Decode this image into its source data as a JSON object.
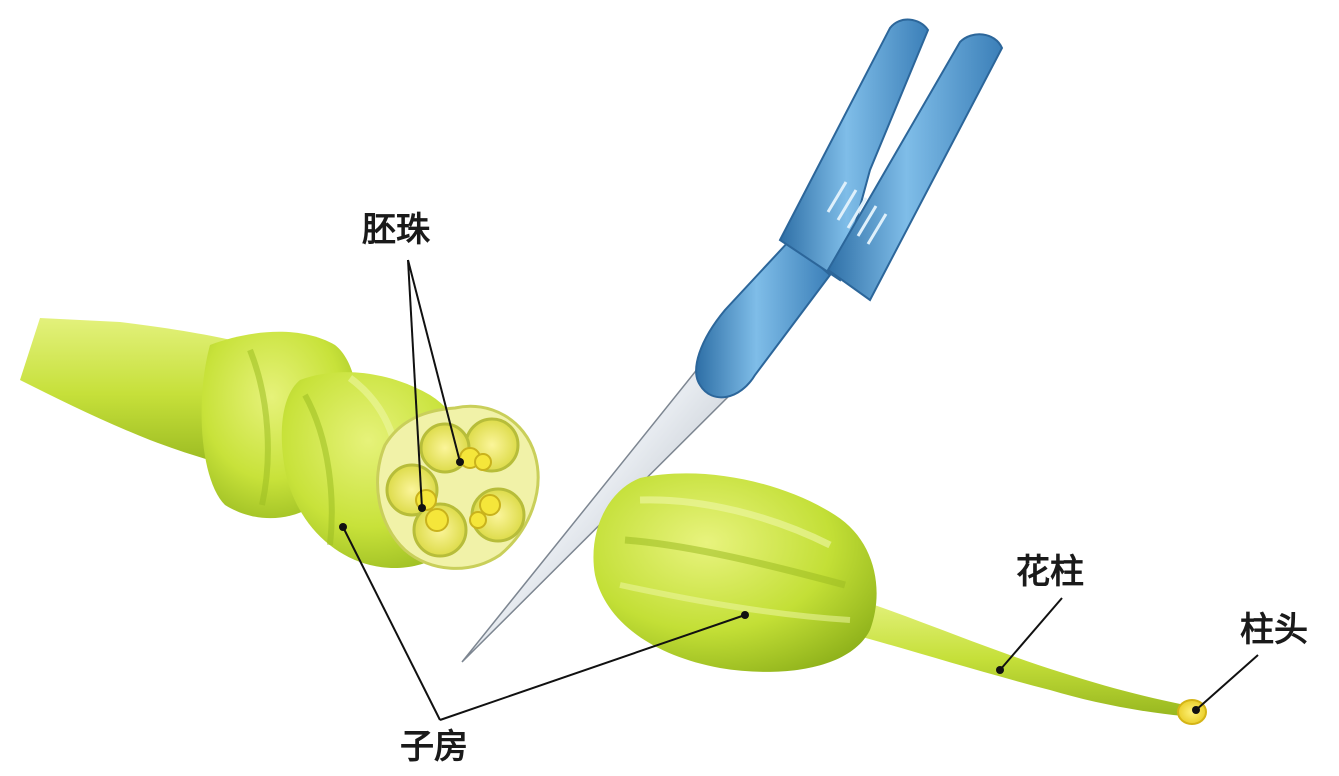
{
  "labels": {
    "ovule": "胚珠",
    "style": "花柱",
    "stigma": "柱头",
    "ovary": "子房"
  },
  "colors": {
    "ovary_green": "#c8e23a",
    "ovary_dark": "#8fb21c",
    "ovary_light": "#e6f27a",
    "cross_section_rim": "#f1f2a8",
    "ovule_yellow": "#f5e63a",
    "scalpel_blue": "#5fa3d8",
    "scalpel_dark": "#2e6fa6",
    "blade_gray": "#b9c0c9",
    "leader_line": "#111111"
  },
  "icons": {
    "scalpel": "scalpel-icon"
  }
}
